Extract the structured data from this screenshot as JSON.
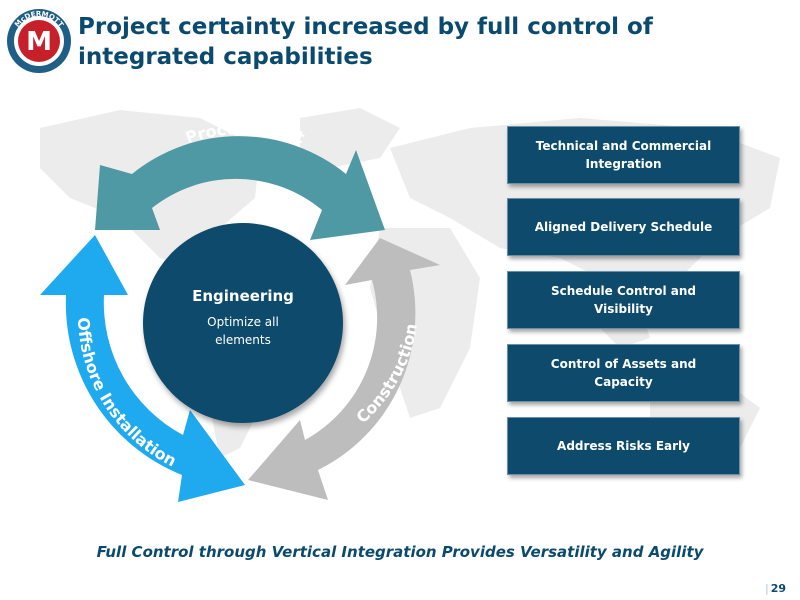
{
  "logo": {
    "letter": "M",
    "text": "McDERMOTT"
  },
  "title": "Project certainty increased by full control of integrated capabilities",
  "cycle": {
    "procurement": "Procurement",
    "construction": "Construction",
    "offshore": "Offshore Installation",
    "engineering_title": "Engineering",
    "engineering_sub": "Optimize all elements"
  },
  "boxes": [
    "Technical and Commercial Integration",
    "Aligned Delivery Schedule",
    "Schedule Control and Visibility",
    "Control of Assets and Capacity",
    "Address Risks Early"
  ],
  "tagline": "Full Control through Vertical Integration Provides Versatility and Agility",
  "page_number": "29",
  "colors": {
    "navy": "#0d4a6b",
    "teal": "#4e99a3",
    "gray": "#bdbdbd",
    "cyan": "#1fa9ef",
    "map": "#ebebeb"
  }
}
